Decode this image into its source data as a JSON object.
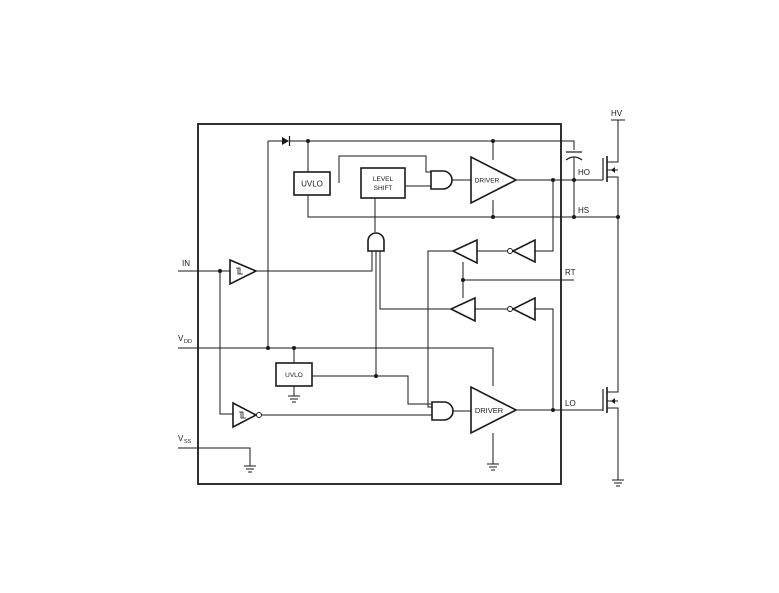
{
  "diagram": {
    "pins": {
      "hv": "HV",
      "ho": "HO",
      "hs": "HS",
      "rt": "RT",
      "lo": "LO",
      "in": "IN",
      "vdd_main": "V",
      "vdd_sub": "DD",
      "vss_main": "V",
      "vss_sub": "SS"
    },
    "blocks": {
      "uvlo_high": "UVLO",
      "uvlo_low": "UVLO",
      "level_shift_line1": "LEVEL",
      "level_shift_line2": "SHIFT",
      "driver_high": "DRIVER",
      "driver_low": "DRIVER"
    },
    "colors": {
      "line": "#1a1a1a",
      "background": "#ffffff"
    }
  }
}
